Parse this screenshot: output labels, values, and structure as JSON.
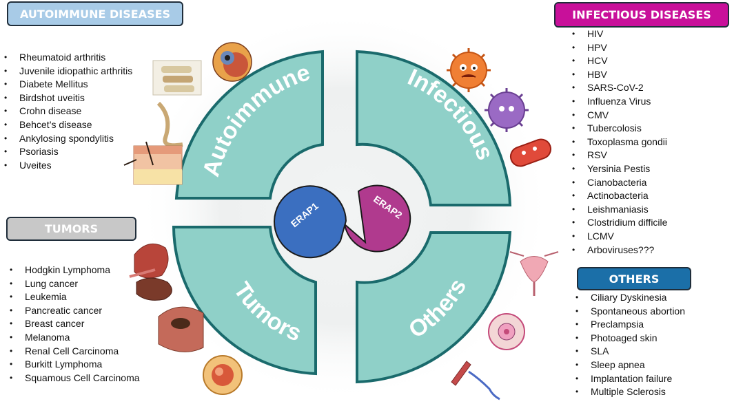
{
  "categories": {
    "autoimmune": {
      "badge": "AUTOIMMUNE DISEASES",
      "arc_label": "Autoimmune",
      "items": [
        "Rheumatoid arthritis",
        "Juvenile idiopathic arthritis",
        "Diabete Mellitus",
        "Birdshot uveitis",
        "Crohn disease",
        "Behcet’s disease",
        "Ankylosing spondylitis",
        "Psoriasis",
        "Uveites"
      ]
    },
    "infectious": {
      "badge": "INFECTIOUS DISEASES",
      "arc_label": "Infectious",
      "items": [
        "HIV",
        "HPV",
        "HCV",
        "HBV",
        "SARS-CoV-2",
        "Influenza Virus",
        "CMV",
        "Tubercolosis",
        "Toxoplasma gondii",
        "RSV",
        "Yersinia Pestis",
        "Cianobacteria",
        "Actinobacteria",
        "Leishmaniasis",
        "Clostridium difficile",
        "LCMV",
        "Arboviruses???"
      ]
    },
    "tumors": {
      "badge": "TUMORS",
      "arc_label": "Tumors",
      "items": [
        "Hodgkin Lymphoma",
        "Lung cancer",
        "Leukemia",
        "Pancreatic cancer",
        "Breast cancer",
        "Melanoma",
        "Renal Cell Carcinoma",
        "Burkitt Lymphoma",
        "Squamous Cell Carcinoma"
      ]
    },
    "others": {
      "badge": "OTHERS",
      "arc_label": "Others",
      "items": [
        "Ciliary Dyskinesia",
        "Spontaneous abortion",
        "Preclampsia",
        "Photoaged skin",
        "SLA",
        "Sleep apnea",
        "Implantation failure",
        "Multiple Sclerosis"
      ]
    }
  },
  "enzymes": {
    "erap1": {
      "label": "ERAP1",
      "color": "#3b6fc0"
    },
    "erap2": {
      "label": "ERAP2",
      "color": "#b03a8e"
    }
  },
  "colors": {
    "arc_fill": "#8fd0c8",
    "arc_stroke": "#1a6a6c"
  }
}
